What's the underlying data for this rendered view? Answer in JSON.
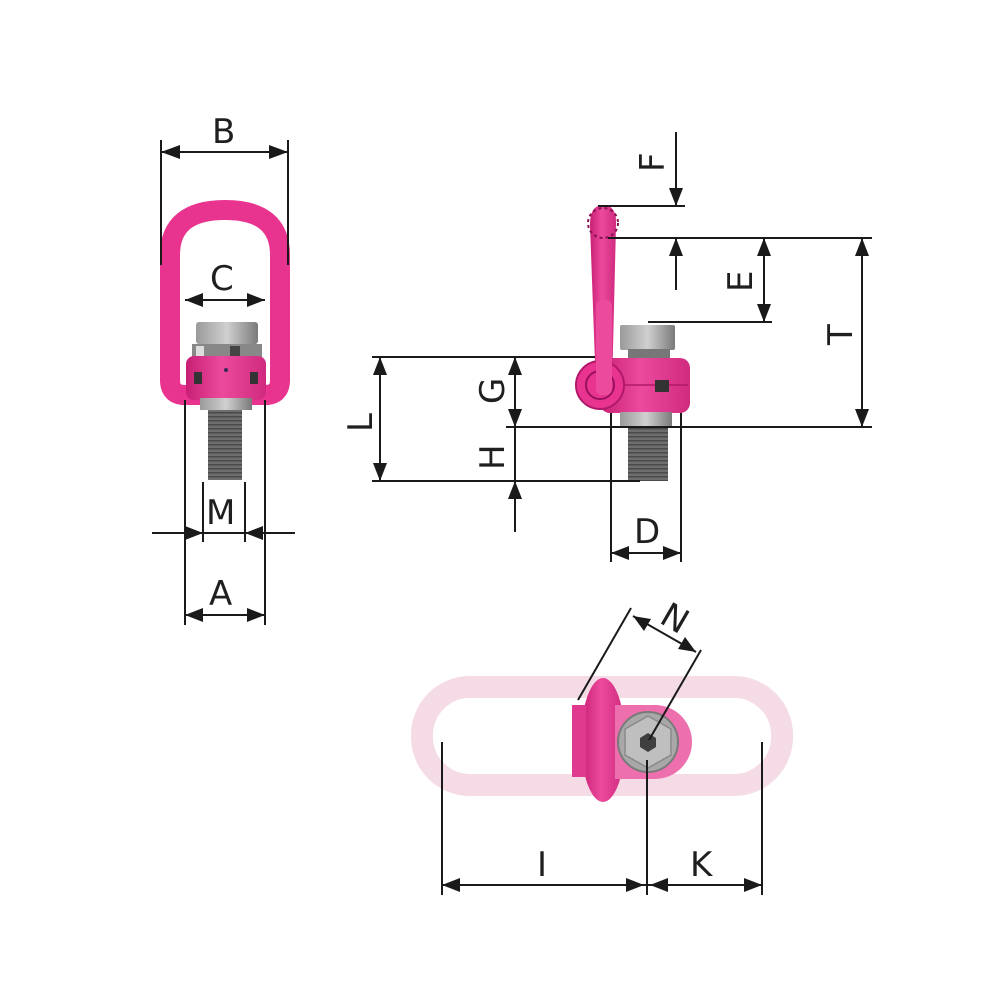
{
  "diagram": {
    "subject": "swivel lifting point (eye bolt) with dimension callouts",
    "colors": {
      "accent_pink": "#e8348f",
      "pink_dark": "#c81f74",
      "pink_light": "#f06aae",
      "ghost_ring": "#f5dbe5",
      "steel_light": "#bfbfbf",
      "steel_dark": "#6b6b6b",
      "line": "#1a1a1a"
    },
    "views": [
      {
        "name": "front-view",
        "labels": {
          "B": "B",
          "C": "C",
          "M": "M",
          "A": "A"
        }
      },
      {
        "name": "side-view",
        "labels": {
          "F": "F",
          "E": "E",
          "T": "T",
          "L": "L",
          "G": "G",
          "H": "H",
          "D": "D"
        }
      },
      {
        "name": "top-view",
        "labels": {
          "N": "N",
          "I": "I",
          "K": "K"
        }
      }
    ],
    "labels": {
      "A": "A",
      "B": "B",
      "C": "C",
      "D": "D",
      "E": "E",
      "F": "F",
      "G": "G",
      "H": "H",
      "I": "I",
      "K": "K",
      "L": "L",
      "M": "M",
      "N": "N",
      "T": "T"
    }
  }
}
